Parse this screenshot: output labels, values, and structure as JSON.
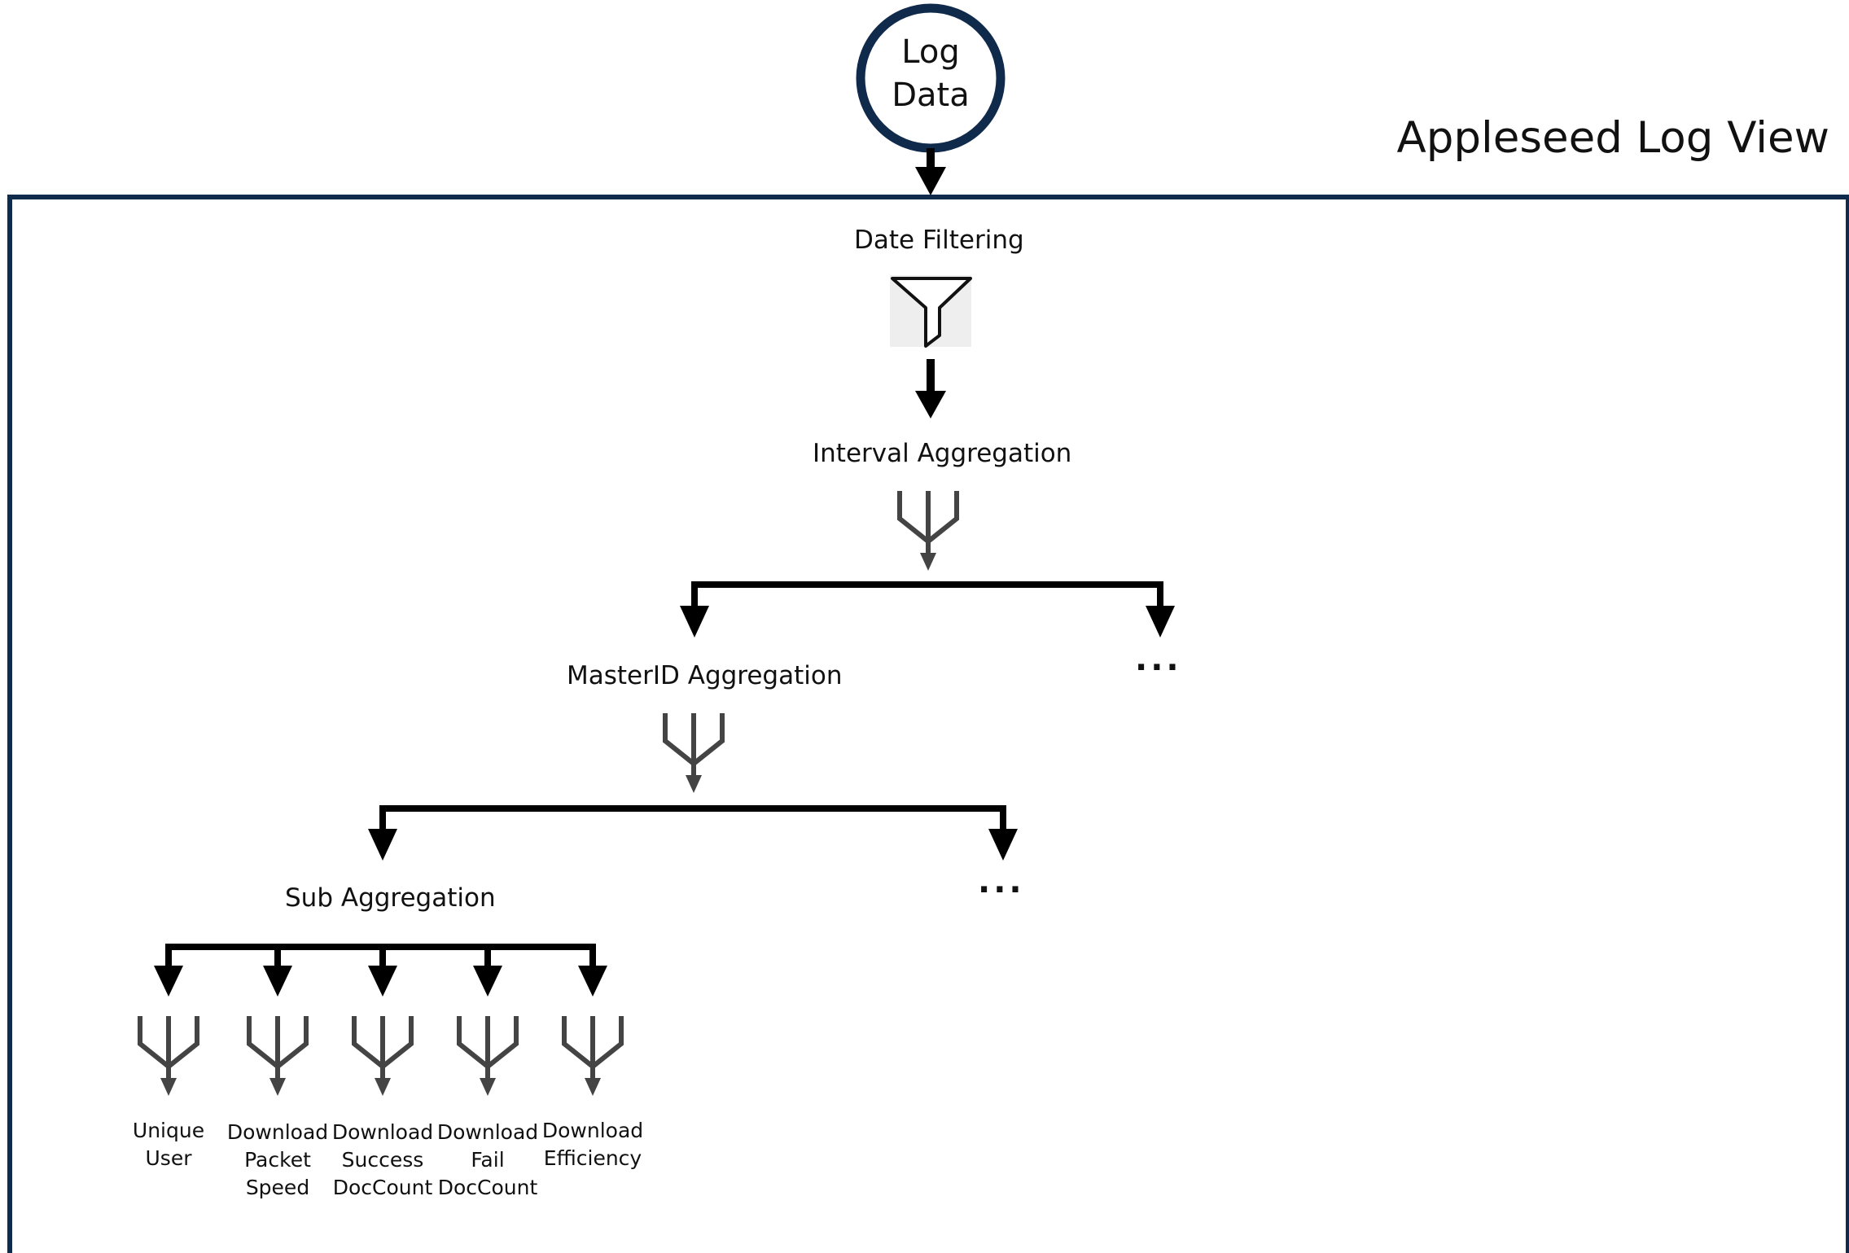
{
  "source": {
    "line1": "Log",
    "line2": "Data"
  },
  "view_title": "Appleseed Log View",
  "steps": {
    "date_filtering": "Date Filtering",
    "interval_aggregation": "Interval Aggregation",
    "masterid_aggregation": "MasterID Aggregation",
    "sub_aggregation": "Sub Aggregation"
  },
  "ellipsis": "···",
  "leaves": [
    {
      "lines": [
        "Unique",
        "User"
      ]
    },
    {
      "lines": [
        "Download",
        "Packet",
        "Speed"
      ]
    },
    {
      "lines": [
        "Download",
        "Success",
        "DocCount"
      ]
    },
    {
      "lines": [
        "Download",
        "Fail",
        "DocCount"
      ]
    },
    {
      "lines": [
        "Download",
        "Efficiency"
      ]
    }
  ],
  "colors": {
    "frame": "#0f2a4a",
    "arrow": "#000000",
    "icon": "#444444"
  },
  "icons": {
    "filter": "filter-funnel-icon",
    "aggregation": "aggregation-fork-icon"
  }
}
